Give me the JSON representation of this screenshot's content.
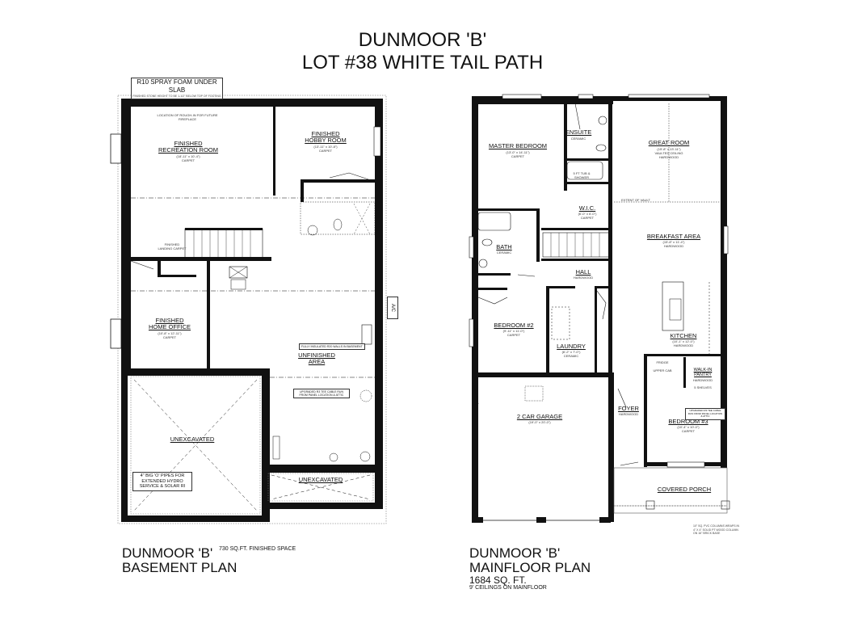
{
  "header": {
    "title_line1": "DUNMOOR 'B'",
    "title_line2": "LOT #38 WHITE TAIL PATH"
  },
  "basement": {
    "slab_note": "R10 SPRAY FOAM UNDER SLAB",
    "slab_subnote": "FINISHED STONE HEIGHT TO BE 1-1/2\" BELOW TOP OF FOOTING",
    "fireplace_note": "LOCATION OF ROUGH-IN FOR FUTURE FIREPLACE",
    "rooms": [
      {
        "name": "FINISHED",
        "name2": "RECREATION ROOM",
        "dims": "(18'-11\" x 10'-4\")",
        "finish": "CARPET"
      },
      {
        "name": "FINISHED",
        "name2": "HOBBY ROOM",
        "dims": "(13'-11\" x 10'-8\")",
        "finish": "CARPET"
      },
      {
        "name": "FINISHED",
        "name2": "HOME OFFICE",
        "dims": "(10'-8\" x 12'-11\")",
        "finish": "CARPET"
      },
      {
        "name": "UNFINISHED",
        "name2": "AREA",
        "dims": "",
        "finish": ""
      },
      {
        "name": "UNEXCAVATED",
        "name2": "",
        "dims": "",
        "finish": ""
      },
      {
        "name": "UNEXCAVATED",
        "name2": "",
        "dims": "",
        "finish": ""
      }
    ],
    "notes": {
      "pipes": "4\" BIG 'O' PIPES FOR EXTENDED HYDRO SERVICE & SOLAR RI",
      "insulated": "FULLY INSULATED R20 WALLS IN BASEMENT",
      "landing": "FINISHED LANDING CARPET",
      "cable": "UPGRADED R3 TEE CABLE RUN FROM PANEL LOCATION & ATTIC",
      "ac": "A/C"
    },
    "caption_name": "DUNMOOR 'B'",
    "caption_area": "730 SQ.FT. FINISHED SPACE",
    "caption_plan": "BASEMENT PLAN"
  },
  "mainfloor": {
    "rooms": [
      {
        "name": "MASTER BEDROOM",
        "dims": "(13'-0\" x 14'-11\")",
        "finish": "CARPET"
      },
      {
        "name": "ENSUITE",
        "dims": "",
        "finish": "CERAMIC"
      },
      {
        "name": "W.I.C.",
        "dims": "(6'-0\" x 6'-0\")",
        "finish": "CARPET"
      },
      {
        "name": "GREAT ROOM",
        "dims": "(15'-8\" x 13'-11\")",
        "finish": "VAULTED CEILING HARDWOOD"
      },
      {
        "name": "BREAKFAST AREA",
        "dims": "(15'-8\" x 11'-4\")",
        "finish": "HARDWOOD"
      },
      {
        "name": "BATH",
        "dims": "",
        "finish": "CERAMIC"
      },
      {
        "name": "HALL",
        "dims": "",
        "finish": "HARDWOOD"
      },
      {
        "name": "BEDROOM #2",
        "dims": "(9'-11\" x 11'-0\")",
        "finish": "CARPET"
      },
      {
        "name": "LAUNDRY",
        "dims": "(6'-2\" x 7'-0\")",
        "finish": "CERAMIC"
      },
      {
        "name": "KITCHEN",
        "dims": "(10'-1\" x 12'-0\")",
        "finish": "HARDWOOD"
      },
      {
        "name": "WALK-IN",
        "name2": "PANTRY",
        "dims": "",
        "finish": "HARDWOOD"
      },
      {
        "name": "FOYER",
        "dims": "",
        "finish": "HARDWOOD"
      },
      {
        "name": "BEDROOM #3",
        "dims": "(10'-4\" x 10'-0\")",
        "finish": "CARPET"
      },
      {
        "name": "2 CAR GARAGE",
        "dims": "(19'-0\" x 20'-0\")",
        "finish": ""
      },
      {
        "name": "COVERED PORCH",
        "dims": "",
        "finish": ""
      }
    ],
    "notes": {
      "vault": "EXTENT OF VAULT",
      "tub": "5 FT TUB & SHOWER",
      "porch_column": "10\" SQ. PVC COLUMNS WRAPS IN 4\" X 4\" SOLID PT WOOD COLUMN ON 16\" BRICK BASE",
      "cable": "UPGRADED R3 TEE CABLE RUN FROM PANEL LOCATION & ATTIC",
      "shelves": "5 SHELVES",
      "fridge": "FRIDGE",
      "upper_cab": "UPPER CAB"
    },
    "caption_name": "DUNMOOR 'B'",
    "caption_plan": "MAINFLOOR PLAN",
    "caption_area": "1684 SQ. FT.",
    "caption_ceiling": "9' CEILINGS ON MAINFLOOR"
  }
}
